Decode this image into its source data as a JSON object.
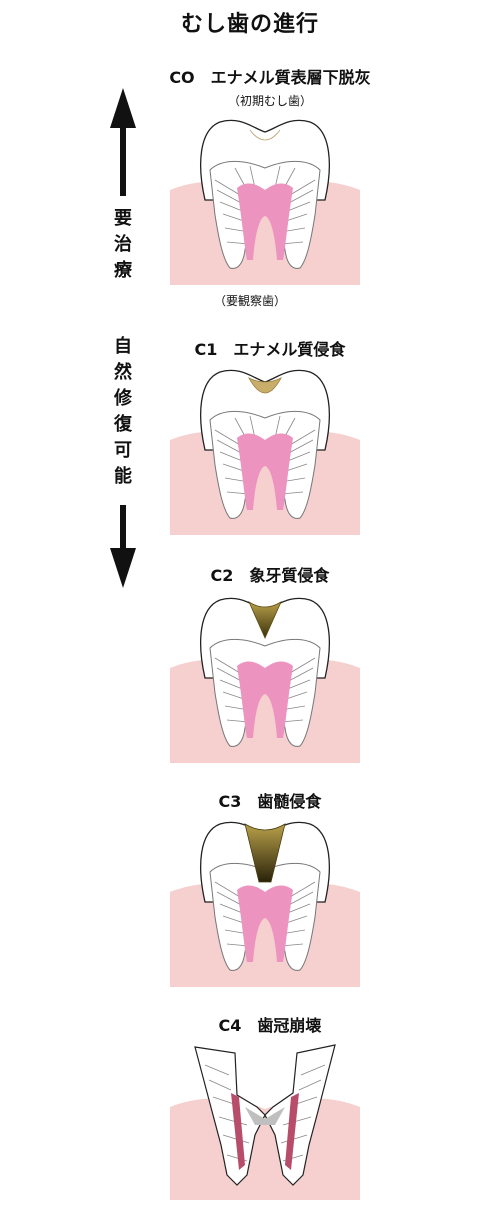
{
  "title": "むし歯の進行",
  "stages": [
    {
      "code": "CO",
      "label": "CO　エナメル質表層下脱灰",
      "sublabel": "（初期むし歯）",
      "note": "（要観察歯）"
    },
    {
      "code": "C1",
      "label": "C1　エナメル質侵食"
    },
    {
      "code": "C2",
      "label": "C2　象牙質侵食"
    },
    {
      "code": "C3",
      "label": "C3　歯髄侵食"
    },
    {
      "code": "C4",
      "label": "C4　歯冠崩壊"
    }
  ],
  "side_labels": {
    "treatment": [
      "要",
      "治",
      "療"
    ],
    "natural_repair": [
      "自",
      "然",
      "修",
      "復",
      "可",
      "能"
    ]
  },
  "colors": {
    "gum": "#f6cfcf",
    "pulp": "#ec93bf",
    "enamel": "#ffffff",
    "decay_light": "#e8d9b4",
    "decay_dark": "#6d5a10",
    "c4_pulp": "#b84d6b"
  }
}
